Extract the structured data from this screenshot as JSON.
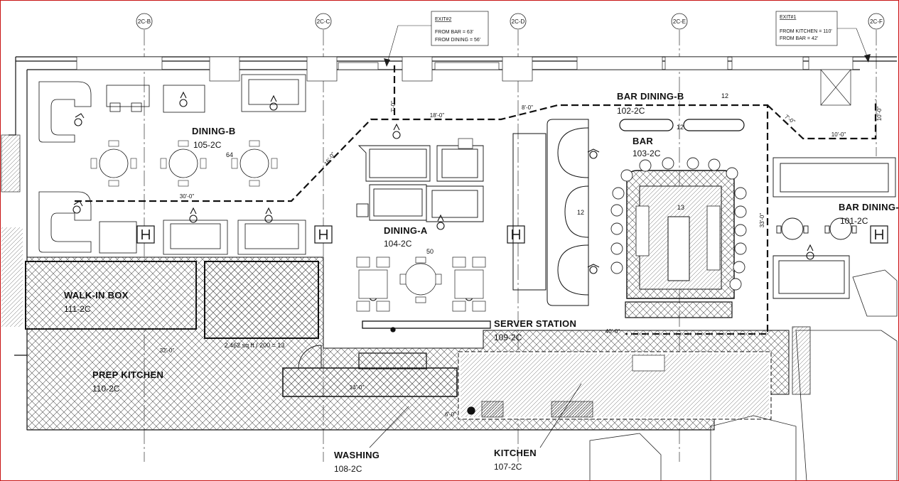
{
  "grid_lines": [
    "2C-B",
    "2C-C",
    "2C-D",
    "2C-E",
    "2C-F"
  ],
  "exit_notes": [
    {
      "title": "EXIT#2",
      "lines": [
        "FROM BAR = 63'",
        "FROM DINING = 56'"
      ]
    },
    {
      "title": "EXIT#1",
      "lines": [
        "FROM KITCHEN = 110'",
        "FROM BAR = 42'"
      ]
    }
  ],
  "rooms": {
    "dining_b": {
      "name": "DINING-B",
      "number": "105-2C",
      "occupants": "64"
    },
    "bar_dining_b": {
      "name": "BAR DINING-B",
      "number": "102-2C",
      "occupants": "12"
    },
    "bar": {
      "name": "BAR",
      "number": "103-2C"
    },
    "dining_a": {
      "name": "DINING-A",
      "number": "104-2C",
      "occupants": "50"
    },
    "bar_dining": {
      "name": "BAR DINING-",
      "number": "101-2C"
    },
    "walk_in_box": {
      "name": "WALK-IN BOX",
      "number": "111-2C"
    },
    "server_station": {
      "name": "SERVER STATION",
      "number": "109-2C"
    },
    "prep_kitchen": {
      "name": "PREP KITCHEN",
      "number": "110-2C"
    },
    "washing": {
      "name": "WASHING",
      "number": "108-2C"
    },
    "kitchen": {
      "name": "KITCHEN",
      "number": "107-2C"
    }
  },
  "seat_counts": {
    "booths": "12",
    "bar_rail": "12",
    "bar_counter": "13"
  },
  "dimensions": {
    "d7_a": "7'-0\"",
    "d18": "18'-0\"",
    "d8": "8'-0\"",
    "d16": "16'-0\"",
    "d30": "30'-0\"",
    "d7_b": "7'-0\"",
    "d10": "10'-0\"",
    "d10_b": "10'-0\"",
    "d33": "33'-0\"",
    "d40": "40'-0\"",
    "d32": "32'-0\"",
    "d14": "14'-0\"",
    "d6": "6'-0\""
  },
  "area_note": "2,462 sq ft / 200 = 13",
  "colors": {
    "line": "#111111",
    "frame": "#c81414",
    "hatch": "#444444"
  }
}
